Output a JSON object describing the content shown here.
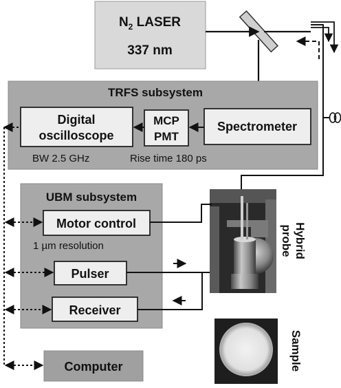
{
  "laser": {
    "name_main": "N",
    "name_sub": "2",
    "name_rest": " LASER",
    "wavelength": "337 nm"
  },
  "trfs": {
    "title": "TRFS subsystem",
    "oscilloscope_line1": "Digital",
    "oscilloscope_line2": "oscilloscope",
    "mcp_line1": "MCP",
    "mcp_line2": "PMT",
    "spectrometer": "Spectrometer",
    "bandwidth": "BW 2.5 GHz",
    "rise_time": "Rise time 180 ps"
  },
  "ubm": {
    "title": "UBM subsystem",
    "motor_control": "Motor control",
    "resolution": "1 µm resolution",
    "pulser": "Pulser",
    "receiver": "Receiver"
  },
  "computer": "Computer",
  "probe_label_line1": "Hybrid",
  "probe_label_line2": "probe",
  "sample_label": "Sample",
  "colors": {
    "outer_box": "#a8a8a8",
    "inner_box": "#eeeeee",
    "laser_box": "#d9d9d9",
    "computer_box": "#a0a0a0",
    "line": "#111111"
  }
}
